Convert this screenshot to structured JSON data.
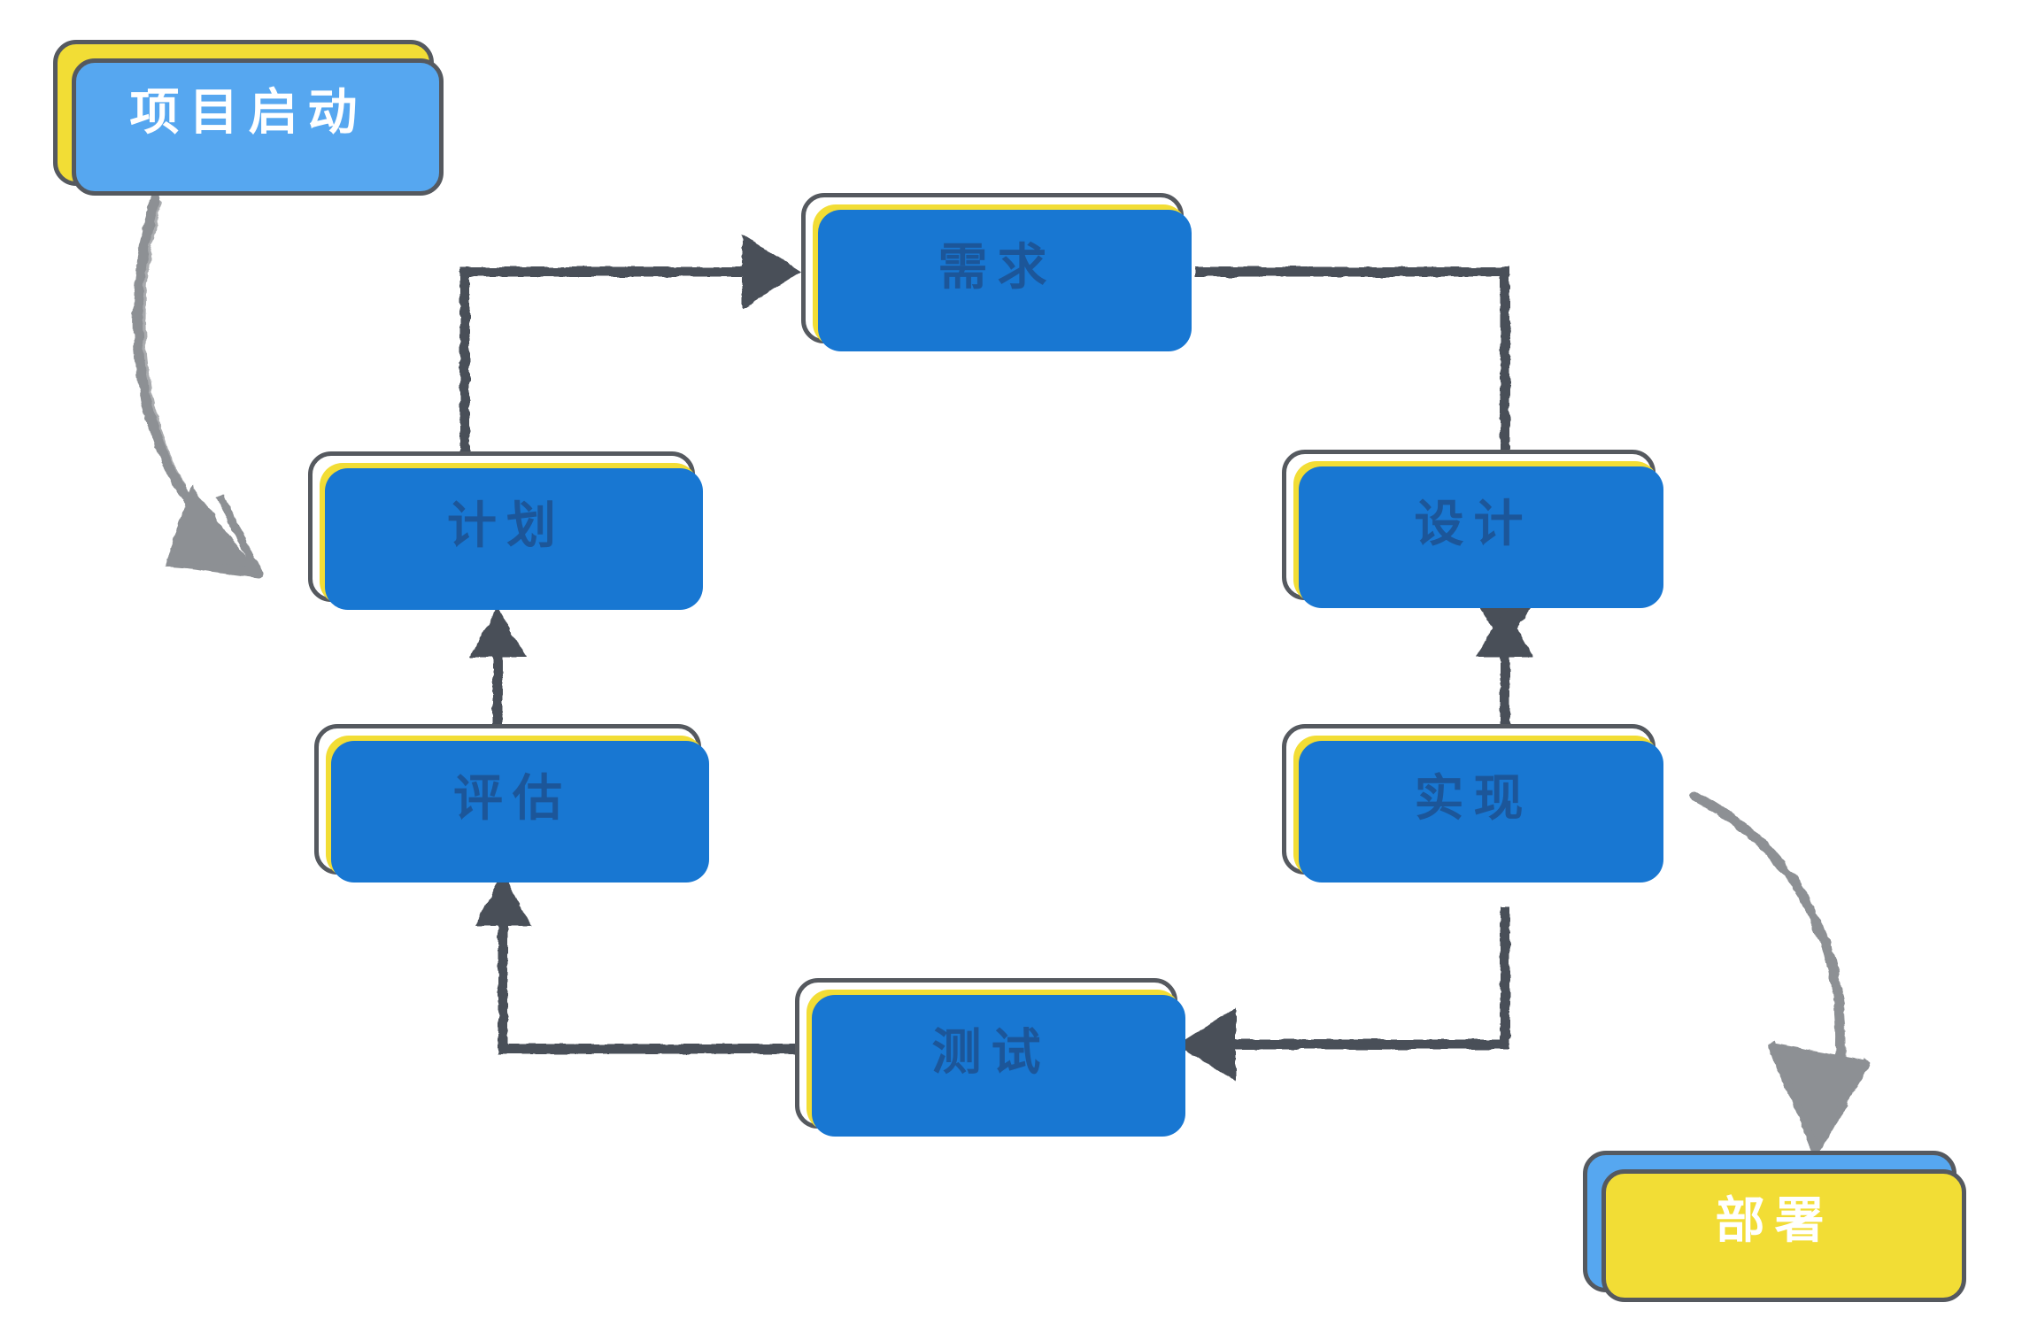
{
  "diagram": {
    "type": "flowchart",
    "title": "",
    "background_color": "#ffffff",
    "style": "hand-drawn sketch",
    "palette": {
      "node_border": "#55595f",
      "node_text_blue": "#1c5699",
      "node_text_white": "#ffffff",
      "accent_yellow": "#f2dd35",
      "accent_blue": "#56a7f0",
      "shadow_blue": "#1877d2",
      "edge_dark": "#4a4f58",
      "edge_gray": "#8d9094"
    },
    "nodes": [
      {
        "id": "start",
        "label": "项目启动",
        "role": "start",
        "fill": "#f2dd35",
        "text_color": "#ffffff",
        "shadow_color": "#56a7f0"
      },
      {
        "id": "plan",
        "label": "计划",
        "role": "process",
        "fill": "#ffffff",
        "text_color": "#1c5699",
        "shadow_color": "#f2dd35"
      },
      {
        "id": "review",
        "label": "评估",
        "role": "process",
        "fill": "#ffffff",
        "text_color": "#1c5699",
        "shadow_color": "#f2dd35"
      },
      {
        "id": "req",
        "label": "需求",
        "role": "process",
        "fill": "#ffffff",
        "text_color": "#1c5699",
        "shadow_color": "#f2dd35"
      },
      {
        "id": "design",
        "label": "设计",
        "role": "process",
        "fill": "#ffffff",
        "text_color": "#1c5699",
        "shadow_color": "#f2dd35"
      },
      {
        "id": "impl",
        "label": "实现",
        "role": "process",
        "fill": "#ffffff",
        "text_color": "#1c5699",
        "shadow_color": "#f2dd35"
      },
      {
        "id": "test",
        "label": "测试",
        "role": "process",
        "fill": "#ffffff",
        "text_color": "#1c5699",
        "shadow_color": "#f2dd35"
      },
      {
        "id": "deploy",
        "label": "部署",
        "role": "end",
        "fill": "#56a7f0",
        "text_color": "#ffffff",
        "shadow_color": "#f2dd35"
      }
    ],
    "edges": [
      {
        "from": "start",
        "to": "plan",
        "style": "curved-sketch",
        "color": "#8d9094",
        "direction": "one-way"
      },
      {
        "from": "plan",
        "to": "req",
        "style": "elbow",
        "color": "#4a4f58",
        "direction": "one-way"
      },
      {
        "from": "req",
        "to": "design",
        "style": "elbow",
        "color": "#4a4f58",
        "direction": "one-way"
      },
      {
        "from": "design",
        "to": "impl",
        "style": "straight",
        "color": "#4a4f58",
        "direction": "two-way"
      },
      {
        "from": "impl",
        "to": "test",
        "style": "elbow",
        "color": "#4a4f58",
        "direction": "one-way"
      },
      {
        "from": "test",
        "to": "review",
        "style": "elbow",
        "color": "#4a4f58",
        "direction": "one-way"
      },
      {
        "from": "review",
        "to": "plan",
        "style": "straight",
        "color": "#4a4f58",
        "direction": "two-way"
      },
      {
        "from": "impl",
        "to": "deploy",
        "style": "curved-sketch",
        "color": "#8d9094",
        "direction": "one-way"
      }
    ]
  }
}
